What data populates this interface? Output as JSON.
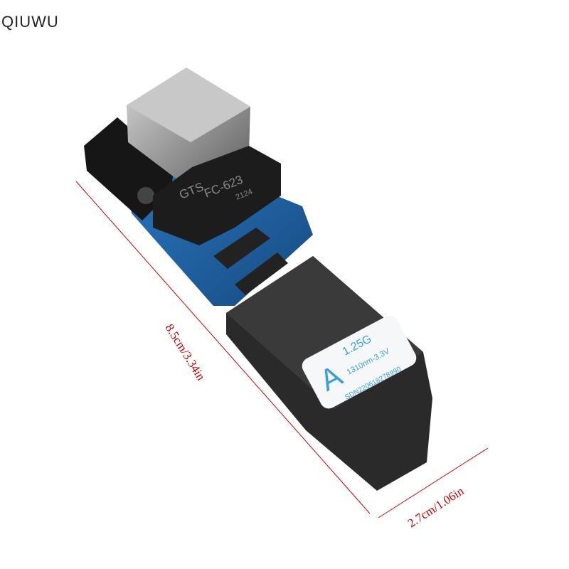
{
  "watermark": "QIUWU",
  "product": {
    "transformer_label": {
      "brand": "GTS",
      "model": "FC-623",
      "code": "2124"
    },
    "fiber_label": {
      "letter": "A",
      "speed": "1.25G",
      "spec": "1310nm-3.3V",
      "serial": "SDN220618278990"
    }
  },
  "dimensions": {
    "length": "8.5cm/3.34in",
    "width": "2.7cm/1.06in"
  },
  "colors": {
    "pcb": "#1f5f9e",
    "dimension_line": "#d00000",
    "label_text": "#3aa0dd"
  }
}
